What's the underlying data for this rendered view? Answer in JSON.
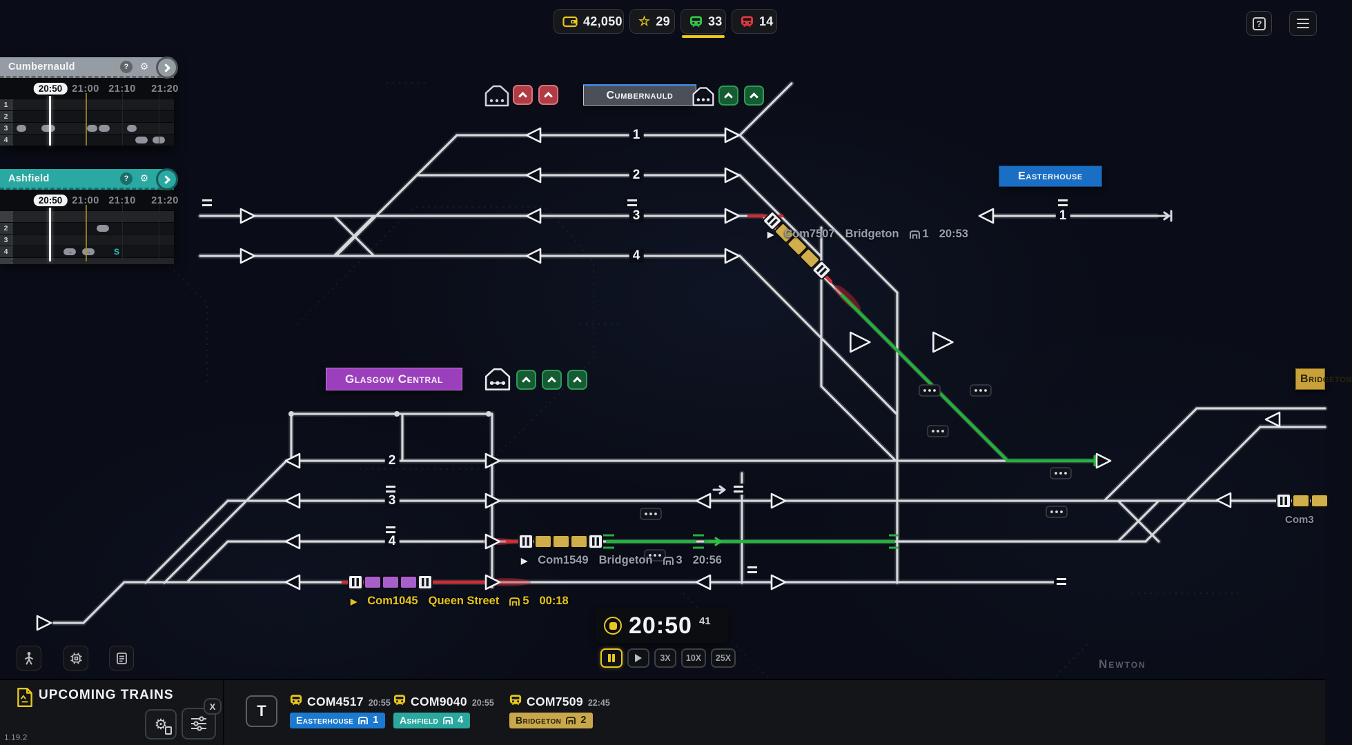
{
  "topbar": {
    "money": "42,050",
    "stars": "29",
    "trains_running": "33",
    "trains_alert": "14"
  },
  "topright": {
    "help_label": "?"
  },
  "timetable_panels": [
    {
      "title": "Cumbernauld",
      "accent": "#969ca4",
      "times": [
        "20:50",
        "21:00",
        "21:10",
        "21:20"
      ],
      "rows": [
        {
          "label": "1",
          "blocks": []
        },
        {
          "label": "2",
          "blocks": []
        },
        {
          "label": "3",
          "blocks": [
            {
              "l": 24,
              "w": 14
            },
            {
              "l": 60,
              "w": 20
            },
            {
              "l": 126,
              "w": 15
            },
            {
              "l": 143,
              "w": 16
            },
            {
              "l": 184,
              "w": 14
            }
          ]
        },
        {
          "label": "4",
          "blocks": [
            {
              "l": 196,
              "w": 18
            },
            {
              "l": 221,
              "w": 18
            }
          ]
        }
      ]
    },
    {
      "title": "Ashfield",
      "accent": "#2aa8a2",
      "times": [
        "20:50",
        "21:00",
        "21:10",
        "21:20"
      ],
      "rows": [
        {
          "label": "",
          "dim": true,
          "blocks": []
        },
        {
          "label": "2",
          "blocks": [
            {
              "l": 140,
              "w": 18
            }
          ]
        },
        {
          "label": "3",
          "blocks": []
        },
        {
          "label": "4",
          "blocks": [
            {
              "l": 92,
              "w": 18,
              "icon": "out"
            },
            {
              "l": 119,
              "w": 18,
              "icon": "out"
            },
            {
              "l": 165,
              "w": 8,
              "icon": "s"
            }
          ]
        },
        {
          "label": "",
          "dim": true,
          "partial": true,
          "blocks": []
        }
      ]
    }
  ],
  "map": {
    "stations": {
      "top": "Cumbernauld",
      "right": "Easterhouse",
      "center": "Glasgow Central",
      "right_edge": "Bridgeton",
      "faded": "Newton"
    },
    "platform_numbers": {
      "top": [
        "1",
        "2",
        "3",
        "4"
      ],
      "bottom": [
        "2",
        "3",
        "4"
      ],
      "easterhouse": "1"
    },
    "trains": [
      {
        "id": "Com7507",
        "destination": "Bridgeton",
        "platform": "1",
        "time": "20:53",
        "color": "#cfae4b"
      },
      {
        "id": "Com1549",
        "destination": "Bridgeton",
        "platform": "3",
        "time": "20:56",
        "color": "#cfae4b"
      },
      {
        "id": "Com1045",
        "destination": "Queen Street",
        "platform": "5",
        "time": "00:18",
        "color": "#a85fc9"
      },
      {
        "id": "Com3",
        "destination": "",
        "platform": "",
        "time": "",
        "color": "#cfae4b"
      }
    ]
  },
  "clock": {
    "time": "20:50",
    "seconds": "41",
    "speed_labels": [
      "3X",
      "10X",
      "25X"
    ]
  },
  "upcoming": {
    "title": "UPCOMING TRAINS",
    "close_label": "X",
    "train_tool_label": "T",
    "trains": [
      {
        "id": "COM4517",
        "time": "20:55",
        "destination": "Easterhouse",
        "platform": "1",
        "color": "#1b79cf"
      },
      {
        "id": "COM9040",
        "time": "20:55",
        "destination": "Ashfield",
        "platform": "4",
        "color": "#2aa89f"
      },
      {
        "id": "COM7509",
        "time": "22:45",
        "destination": "Bridgeton",
        "platform": "2",
        "color": "#c9a84c"
      }
    ]
  },
  "version": "1.19.2",
  "colors": {
    "accent_yellow": "#e8c81e",
    "rail": "#d7d9dd",
    "route_green": "#23b33b",
    "occupied_red": "#d42a32"
  }
}
